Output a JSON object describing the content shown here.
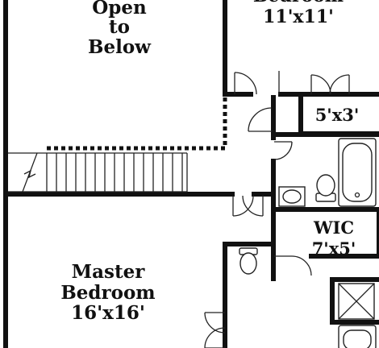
{
  "rooms": {
    "open_to_below": {
      "line1": "Open",
      "line2": "to",
      "line3": "Below"
    },
    "bedroom": {
      "line1": "Bedroom",
      "line2": "11'x11'"
    },
    "closet": {
      "dims": "5'x3'"
    },
    "wic": {
      "line1": "WIC",
      "line2": "7'x5'"
    },
    "master": {
      "line1": "Master",
      "line2": "Bedroom",
      "line3": "16'x16'"
    }
  }
}
